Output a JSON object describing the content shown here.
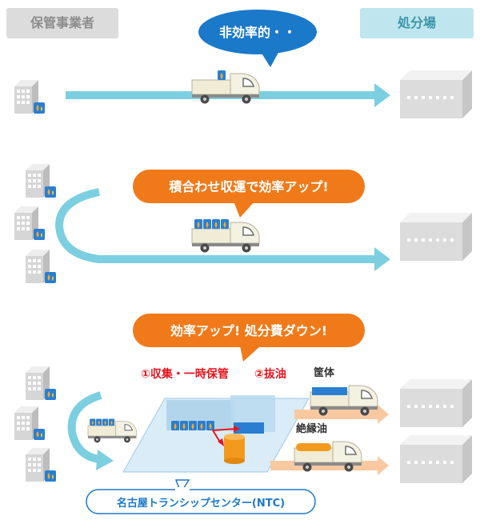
{
  "header": {
    "left_label": "保管事業者",
    "right_label": "処分場"
  },
  "scenarios": [
    {
      "bubble": "非効率的・・"
    },
    {
      "bubble": "積合わせ収運で効率アップ!"
    },
    {
      "bubble": "効率アップ! 処分費ダウン!"
    }
  ],
  "ntc": {
    "step_collect": "①収集・一時保管",
    "step_drain": "②抜油",
    "label_casing": "筐体",
    "label_oil": "絶縁油",
    "center_name": "名古屋トランシップセンター(NTC)"
  },
  "colors": {
    "arrow_blue": "#7ccfe0",
    "arrow_orange": "#f8c9a0",
    "bubble_orange": "#f07a1a",
    "bubble_blue": "#1b79c9",
    "label_red": "#e8141c",
    "building": "#d6d6d6"
  }
}
